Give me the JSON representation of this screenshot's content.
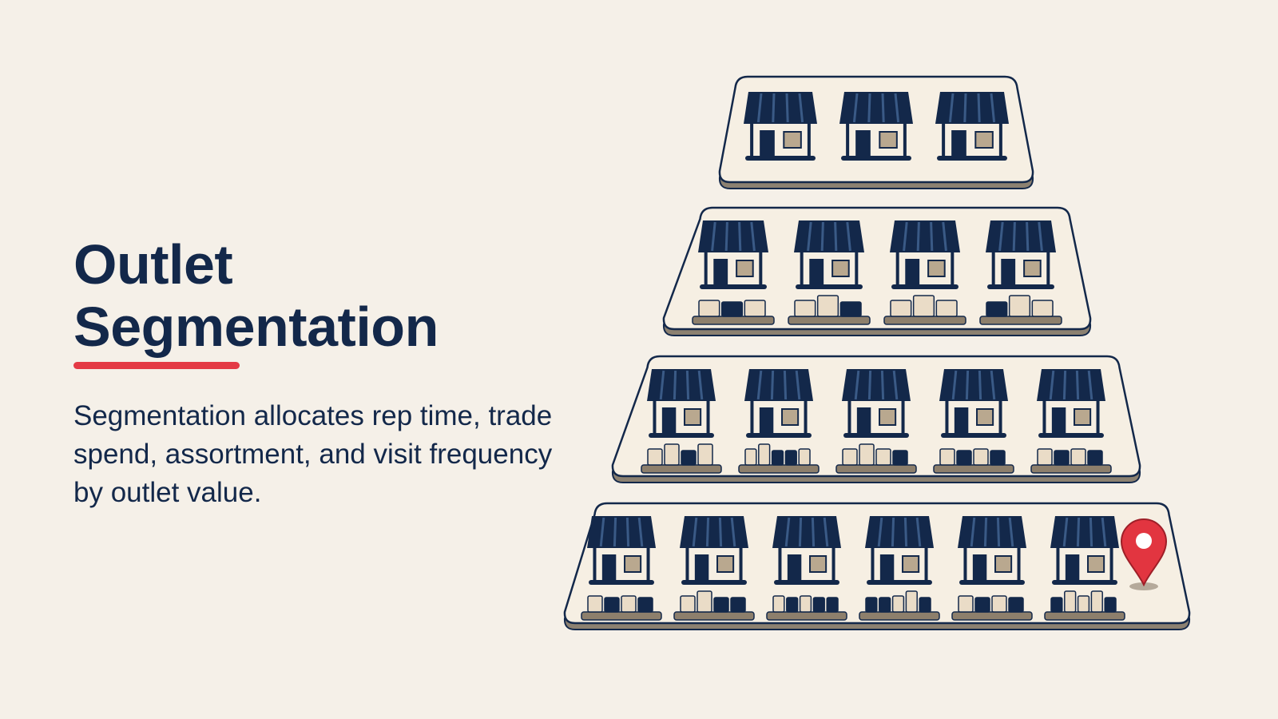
{
  "slide": {
    "title_line1": "Outlet",
    "title_line2": "Segmentation",
    "body": "Segmentation allocates rep time, trade spend, assortment, and visit frequency by outlet value."
  },
  "colors": {
    "background": "#f5f0e8",
    "navy": "#13284a",
    "accent_red": "#e43a45",
    "tray_fill": "#f6efe3",
    "tray_shadow": "#8c8171",
    "shelf": "#8d7f6c",
    "box_light": "#eadcc7",
    "window_tan": "#b9a88f",
    "pin_red": "#e23540"
  },
  "pyramid": {
    "tiers": [
      {
        "tier": 1,
        "outlets": 3,
        "shelves": false,
        "products": []
      },
      {
        "tier": 2,
        "outlets": 4,
        "shelves": true,
        "products": [
          [
            "l",
            "d",
            "l"
          ],
          [
            "l",
            "l",
            "d"
          ],
          [
            "l",
            "l",
            "l"
          ],
          [
            "d",
            "l",
            "l"
          ]
        ]
      },
      {
        "tier": 3,
        "outlets": 5,
        "shelves": true,
        "products": [
          [
            "l",
            "l",
            "d",
            "l"
          ],
          [
            "l",
            "l",
            "d",
            "d",
            "l"
          ],
          [
            "l",
            "l",
            "l",
            "d"
          ],
          [
            "l",
            "d",
            "l",
            "d"
          ],
          [
            "l",
            "d",
            "l",
            "d"
          ]
        ]
      },
      {
        "tier": 4,
        "outlets": 6,
        "shelves": true,
        "pin": true,
        "products": [
          [
            "l",
            "d",
            "l",
            "d"
          ],
          [
            "l",
            "l",
            "d",
            "d"
          ],
          [
            "l",
            "d",
            "l",
            "d",
            "d"
          ],
          [
            "d",
            "d",
            "l",
            "l",
            "d"
          ],
          [
            "l",
            "d",
            "l",
            "d"
          ],
          [
            "d",
            "l",
            "l",
            "l",
            "d"
          ]
        ]
      }
    ]
  }
}
